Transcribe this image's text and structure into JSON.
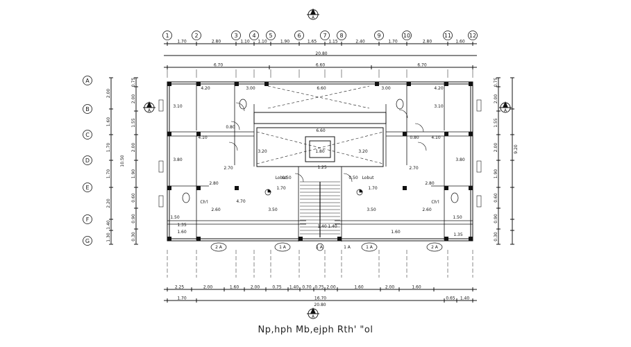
{
  "caption": "Np,hph Mb,ejph Rth' \"ol",
  "columns": [
    "1",
    "2",
    "3",
    "4",
    "5",
    "6",
    "7",
    "8",
    "9",
    "10",
    "11",
    "12"
  ],
  "rows": [
    "A",
    "B",
    "C",
    "D",
    "E",
    "F",
    "G"
  ],
  "dim_top_1": [
    "1.70",
    "2.80",
    "1.10",
    "1.10",
    "1.90",
    "1.65",
    "1.15",
    "2.40",
    "1.70",
    "2.80",
    "1.60"
  ],
  "dim_top_total": "20.80",
  "dim_top_2": [
    "6.70",
    "6.60",
    "6.70"
  ],
  "dim_bottom_1": [
    "2.25",
    "2.00",
    "1.60",
    "2.00",
    "0.75",
    "1.40",
    "0.70",
    "0.75",
    "2.00",
    "1.60",
    "2.00",
    "1.60"
  ],
  "dim_bottom_2": [
    "1.70",
    "16.70",
    "0.65",
    "1.40"
  ],
  "dim_bottom_total": "20.80",
  "dim_left_inner": [
    "0.75",
    "2.00",
    "1.55",
    "2.00",
    "1.90",
    "0.60",
    "0.90",
    "0.30"
  ],
  "dim_left_outer": [
    "2.00",
    "1.60",
    "1.70",
    "1.70",
    "2.20",
    "1.40",
    "1.30"
  ],
  "dim_left_total": "10.50",
  "dim_right_total": "9.20",
  "section_tag": "A",
  "room_labels": [
    "4.20",
    "3.00",
    "6.60",
    "3.00",
    "4.20",
    "3.10",
    "3.10",
    "6.60",
    "4.10",
    "4.10",
    "3.20",
    "3.20",
    "1.80",
    "1.25",
    "3.80",
    "2.70",
    "3.80",
    "2.70",
    "1.70",
    "1.70",
    "3.50",
    "3.50",
    "2.60",
    "2.60",
    "1.50",
    "1.50",
    "1.60",
    "1.60",
    "4.70",
    "1.40",
    "1.40",
    "0.50",
    "0.50",
    "2.80",
    "2.80",
    "1.35",
    "1.35",
    "0.80",
    "0.80"
  ],
  "room_words": [
    "Lobut",
    "Lobut",
    "Ch'l",
    "Ch'l",
    "1 A",
    "1 A",
    "1 A",
    "1 A",
    "2 A",
    "2 A"
  ],
  "colors": {
    "line": "#111111",
    "wall": "#222222"
  }
}
